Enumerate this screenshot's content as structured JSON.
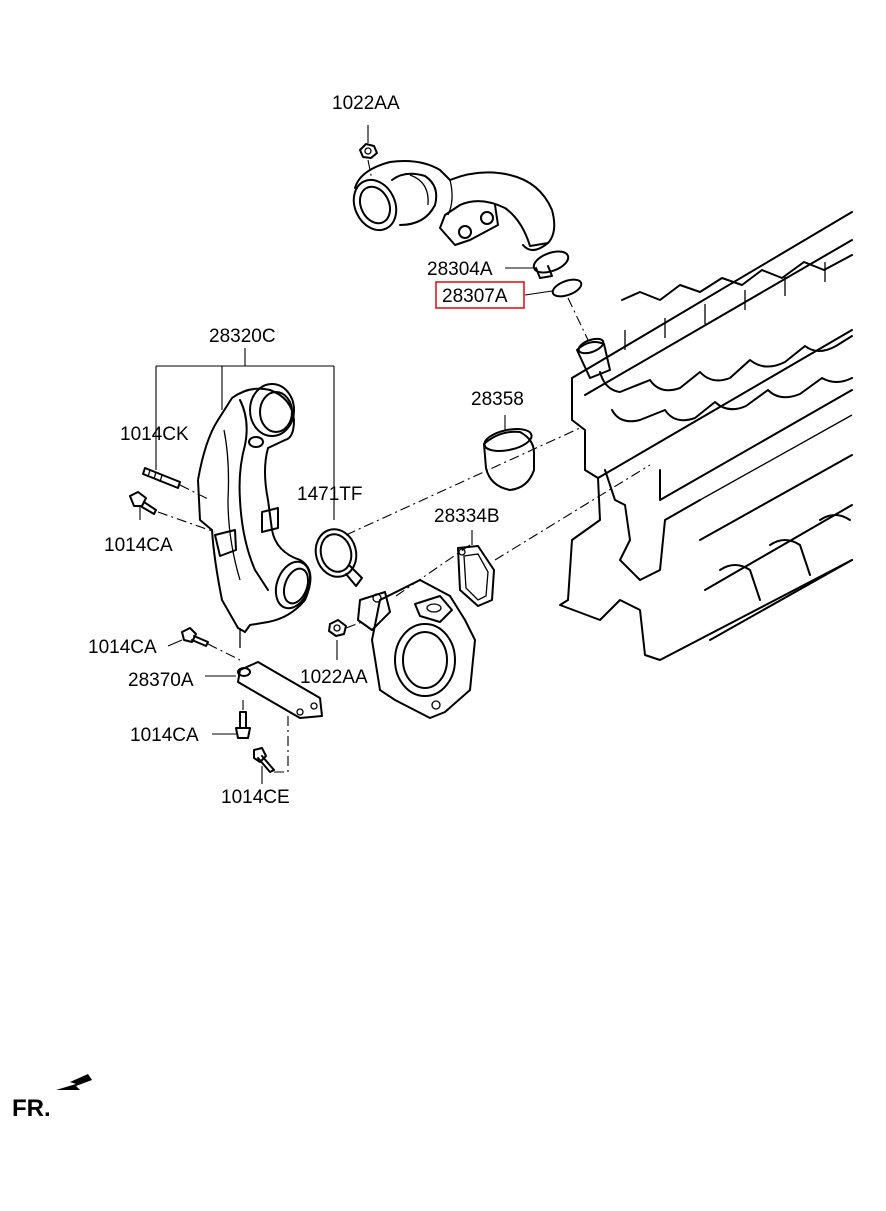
{
  "diagram": {
    "highlight_color": "#e8141c",
    "labels": [
      {
        "id": "lbl-1022aa-top",
        "text": "1022AA"
      },
      {
        "id": "lbl-28304a",
        "text": "28304A"
      },
      {
        "id": "lbl-28307a",
        "text": "28307A",
        "highlighted": true
      },
      {
        "id": "lbl-28320c",
        "text": "28320C"
      },
      {
        "id": "lbl-28358",
        "text": "28358"
      },
      {
        "id": "lbl-1014ck",
        "text": "1014CK"
      },
      {
        "id": "lbl-1471tf",
        "text": "1471TF"
      },
      {
        "id": "lbl-1014ca-a",
        "text": "1014CA"
      },
      {
        "id": "lbl-28334b",
        "text": "28334B"
      },
      {
        "id": "lbl-1014ca-b",
        "text": "1014CA"
      },
      {
        "id": "lbl-1022aa-bottom",
        "text": "1022AA"
      },
      {
        "id": "lbl-28370a",
        "text": "28370A"
      },
      {
        "id": "lbl-1014ca-c",
        "text": "1014CA"
      },
      {
        "id": "lbl-1014ce",
        "text": "1014CE"
      }
    ],
    "front_indicator": {
      "text": "FR."
    }
  }
}
